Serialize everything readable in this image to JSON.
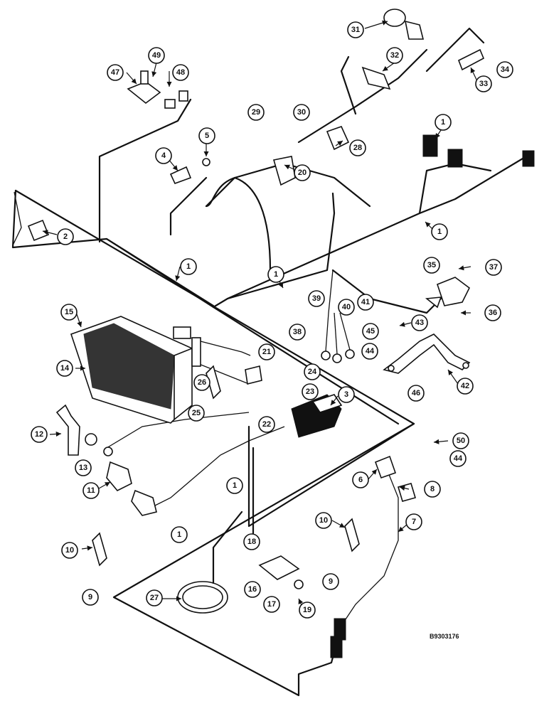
{
  "drawing_id": "B9303176",
  "callouts": [
    "1",
    "1",
    "1",
    "1",
    "1",
    "1",
    "1",
    "2",
    "3",
    "4",
    "5",
    "6",
    "7",
    "8",
    "9",
    "9",
    "10",
    "10",
    "11",
    "12",
    "13",
    "14",
    "15",
    "16",
    "17",
    "18",
    "19",
    "20",
    "21",
    "22",
    "23",
    "24",
    "25",
    "26",
    "27",
    "28",
    "29",
    "30",
    "31",
    "32",
    "33",
    "34",
    "35",
    "36",
    "37",
    "38",
    "39",
    "40",
    "41",
    "42",
    "43",
    "44",
    "44",
    "45",
    "46",
    "47",
    "48",
    "49",
    "50"
  ],
  "colors": {
    "ink": "#111111",
    "paper": "#ffffff"
  }
}
